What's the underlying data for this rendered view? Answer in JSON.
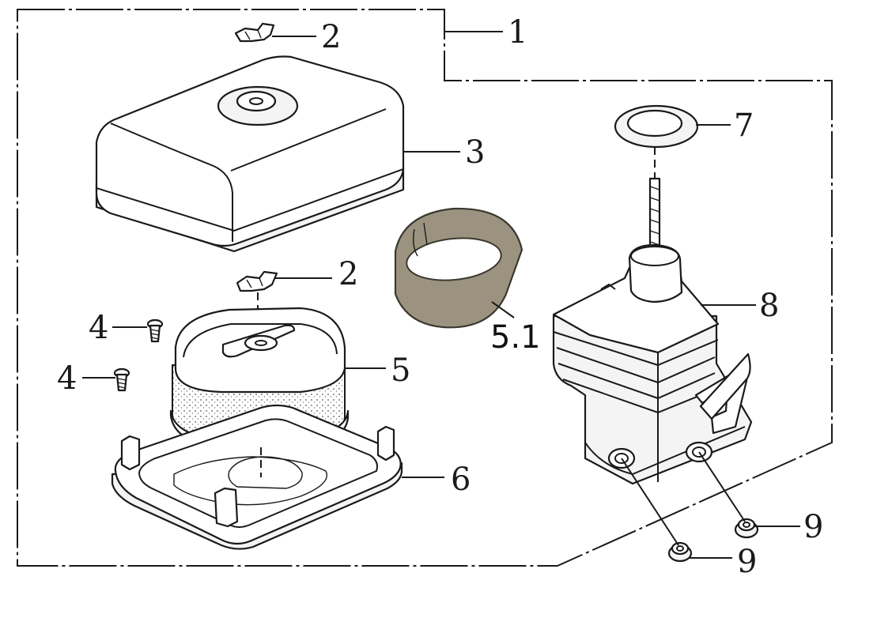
{
  "callouts": [
    {
      "id": "1",
      "label": "1"
    },
    {
      "id": "2a",
      "label": "2"
    },
    {
      "id": "2b",
      "label": "2"
    },
    {
      "id": "3",
      "label": "3"
    },
    {
      "id": "4a",
      "label": "4"
    },
    {
      "id": "4b",
      "label": "4"
    },
    {
      "id": "5",
      "label": "5"
    },
    {
      "id": "5_1",
      "label": "5.1"
    },
    {
      "id": "6",
      "label": "6"
    },
    {
      "id": "7",
      "label": "7"
    },
    {
      "id": "8",
      "label": "8"
    },
    {
      "id": "9a",
      "label": "9"
    },
    {
      "id": "9b",
      "label": "9"
    }
  ],
  "parts": [
    {
      "callout": "1",
      "icon": "air-cleaner-assembly-icon"
    },
    {
      "callout": "2",
      "icon": "wing-nut-icon"
    },
    {
      "callout": "3",
      "icon": "air-cleaner-cover-icon"
    },
    {
      "callout": "4",
      "icon": "screw-icon"
    },
    {
      "callout": "5",
      "icon": "air-filter-element-icon"
    },
    {
      "callout": "5.1",
      "icon": "foam-pre-filter-icon"
    },
    {
      "callout": "6",
      "icon": "filter-base-plate-icon"
    },
    {
      "callout": "7",
      "icon": "gasket-ring-icon"
    },
    {
      "callout": "8",
      "icon": "air-cleaner-case-icon"
    },
    {
      "callout": "9",
      "icon": "flange-nut-icon"
    }
  ]
}
